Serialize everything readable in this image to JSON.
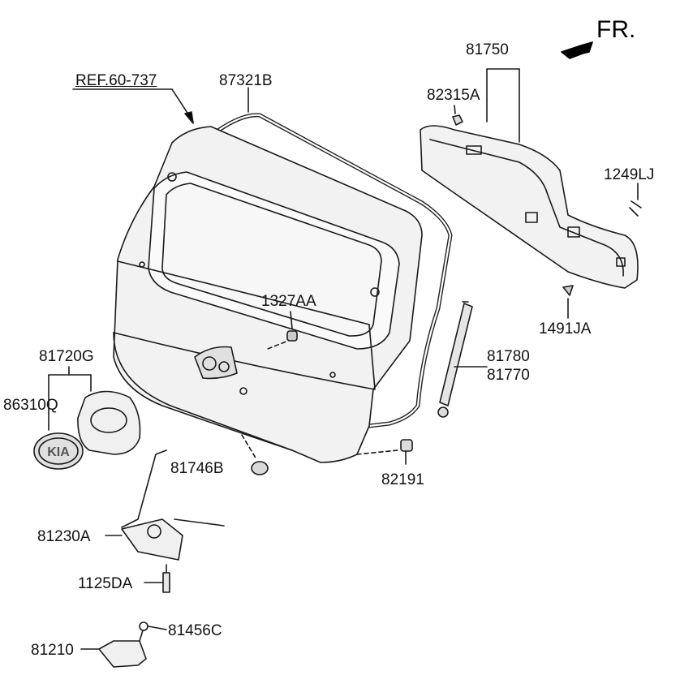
{
  "orientation": {
    "label": "FR.",
    "icon": "arrow-icon"
  },
  "reference": "REF.60-737",
  "parts": {
    "weatherstrip": "87321B",
    "trim_panel": "81750",
    "trim_clip_top": "82315A",
    "screw_right": "1249LJ",
    "clip_bottom_right": "1491JA",
    "bumper_center": "1327AA",
    "handle_assembly": "81720G",
    "emblem": "86310Q",
    "lifter_a": "81780",
    "lifter_b": "81770",
    "bumper_lower": "81746B",
    "stopper": "82191",
    "latch": "81230A",
    "bolt": "1125DA",
    "striker": "81210",
    "striker_screw": "81456C"
  },
  "colors": {
    "line": "#1a1a1a",
    "panel_fill": "#f0f0f0",
    "shade": "#d9d9d9"
  }
}
